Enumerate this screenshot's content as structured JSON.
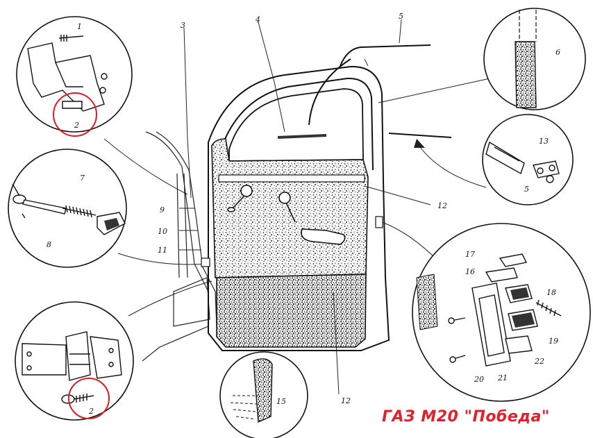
{
  "caption": "ГАЗ М20 \"Победа\"",
  "caption_color": "#e0202a",
  "highlight_color": "#d91c24",
  "labels": {
    "l1": "1",
    "l2a": "2",
    "l2b": "2",
    "l3": "3",
    "l4": "4",
    "l5a": "5",
    "l5b": "5",
    "l6": "6",
    "l7": "7",
    "l8": "8",
    "l9": "9",
    "l10": "10",
    "l11": "11",
    "l12a": "12",
    "l12b": "12",
    "l13": "13",
    "l15": "15",
    "l16": "16",
    "l17": "17",
    "l18": "18",
    "l19": "19",
    "l20": "20",
    "l21": "21",
    "l22": "22"
  }
}
